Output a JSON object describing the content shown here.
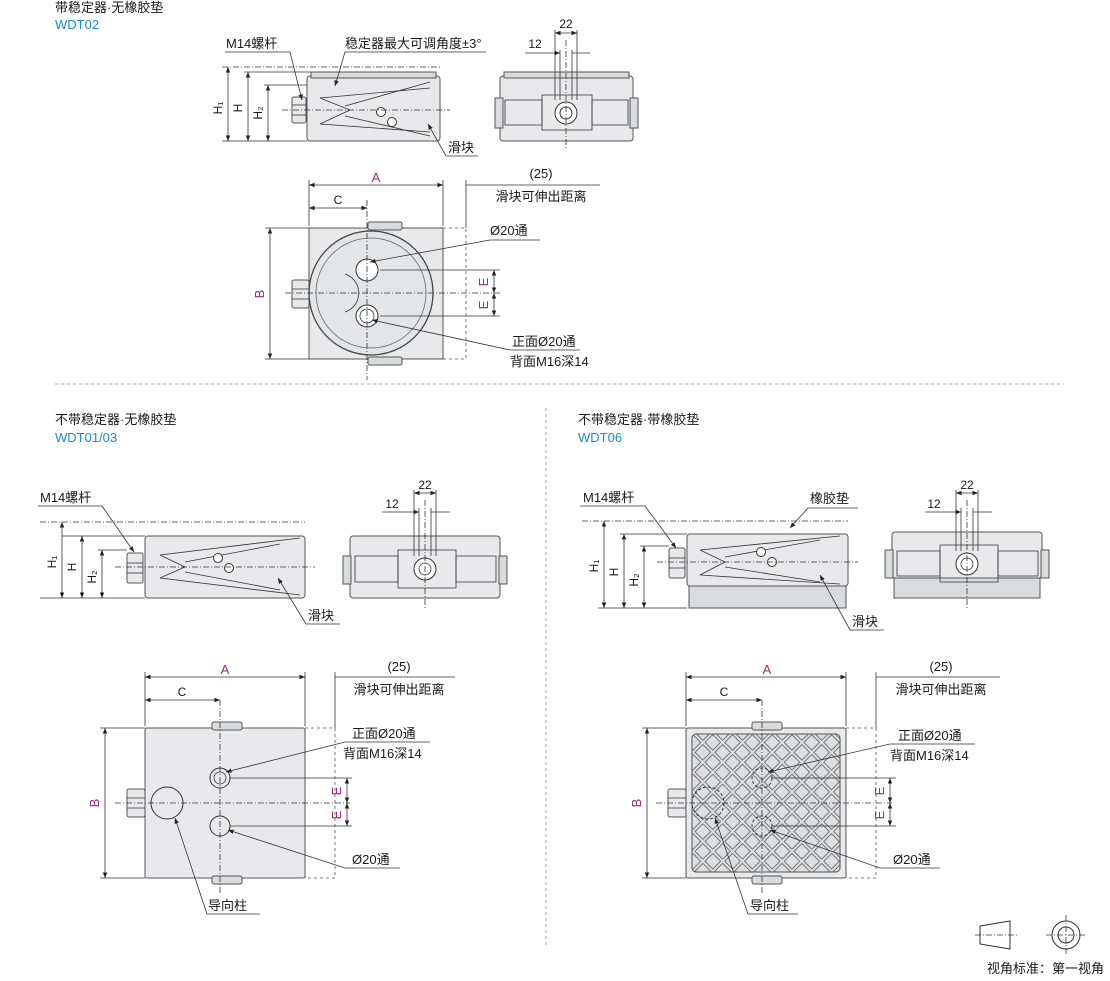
{
  "colors": {
    "model": "#1e8ac6",
    "dim_letter": "#a0287a",
    "line": "#333333",
    "part_fill": "#e9e9ec"
  },
  "sections": {
    "wdt02": {
      "title": "带稳定器·无橡胶垫",
      "model": "WDT02",
      "bolt": "M14螺杆",
      "stabilizer": "稳定器最大可调角度±3°",
      "slider": "滑块",
      "dim_22": "22",
      "dim_12": "12",
      "dim_h1": "H₁",
      "dim_h": "H",
      "dim_h2": "H₂",
      "dim_a": "A",
      "dim_c": "C",
      "dim_b": "B",
      "dim_e1": "E",
      "dim_e2": "E",
      "ext_value": "(25)",
      "ext_label": "滑块可伸出距离",
      "hole_through": "Ø20通",
      "front_hole": "正面Ø20通",
      "back_thread": "背面M16深14"
    },
    "wdt01": {
      "title": "不带稳定器·无橡胶垫",
      "model": "WDT01/03",
      "bolt": "M14螺杆",
      "slider": "滑块",
      "dim_22": "22",
      "dim_12": "12",
      "dim_h1": "H₁",
      "dim_h": "H",
      "dim_h2": "H₂",
      "dim_a": "A",
      "dim_c": "C",
      "dim_b": "B",
      "dim_e1": "E",
      "dim_e2": "E",
      "ext_value": "(25)",
      "ext_label": "滑块可伸出距离",
      "front_hole": "正面Ø20通",
      "back_thread": "背面M16深14",
      "hole_through": "Ø20通",
      "guide_post": "导向柱"
    },
    "wdt06": {
      "title": "不带稳定器·带橡胶垫",
      "model": "WDT06",
      "bolt": "M14螺杆",
      "rubber_pad": "橡胶垫",
      "slider": "滑块",
      "dim_22": "22",
      "dim_12": "12",
      "dim_h1": "H₁",
      "dim_h": "H",
      "dim_h2": "H₂",
      "dim_a": "A",
      "dim_c": "C",
      "dim_b": "B",
      "dim_e1": "E",
      "dim_e2": "E",
      "ext_value": "(25)",
      "ext_label": "滑块可伸出距离",
      "front_hole": "正面Ø20通",
      "back_thread": "背面M16深14",
      "hole_through": "Ø20通",
      "guide_post": "导向柱"
    }
  },
  "projection": {
    "label": "视角标准：第一视角"
  }
}
